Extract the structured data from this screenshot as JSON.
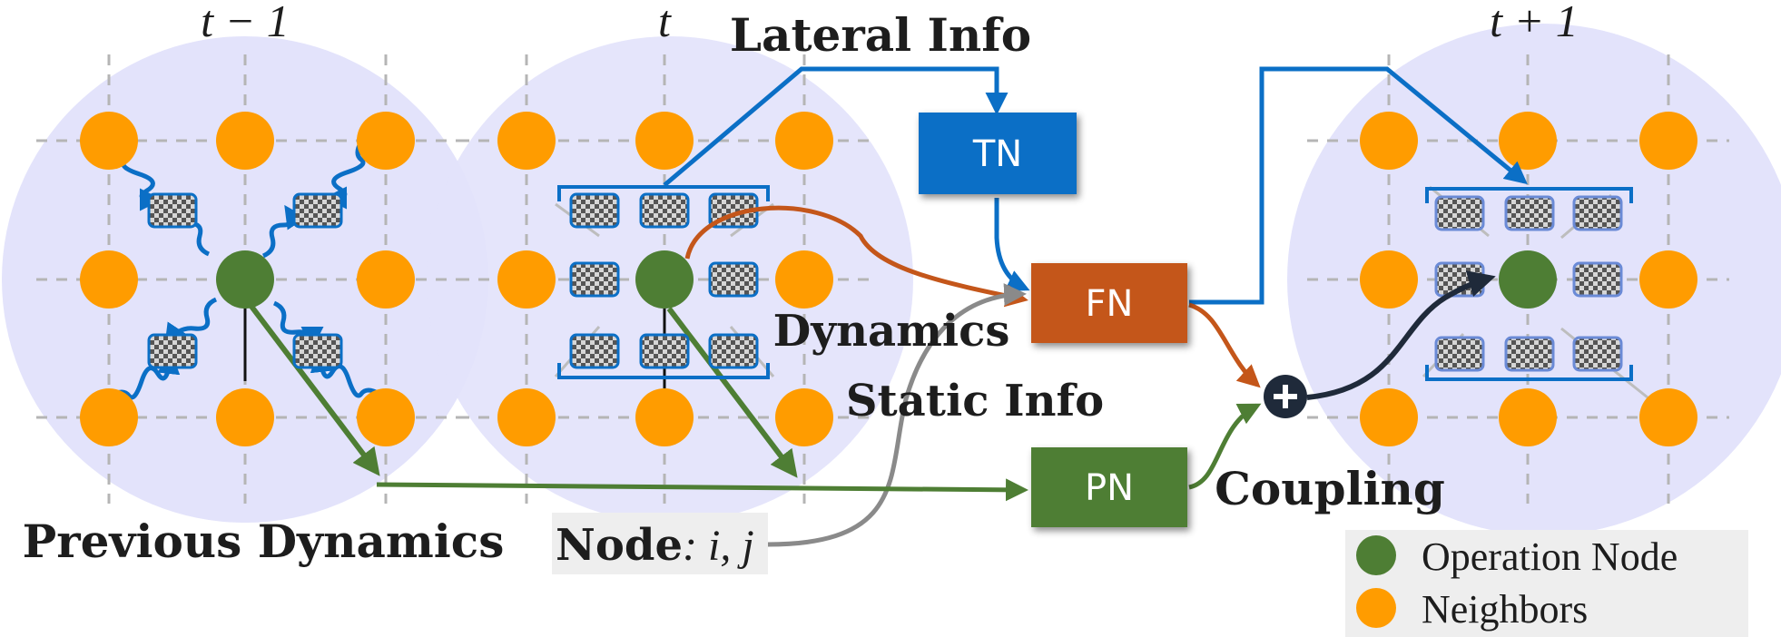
{
  "time_labels": {
    "prev": "t − 1",
    "curr": "t",
    "next": "t + 1"
  },
  "labels": {
    "lateral_info": "Lateral Info",
    "dynamics": "Dynamics",
    "static_info": "Static Info",
    "coupling": "Coupling",
    "previous_dynamics": "Previous Dynamics",
    "node_bold": "Node",
    "node_rest": ": i, j"
  },
  "blocks": {
    "tn": "TN",
    "fn": "FN",
    "pn": "PN"
  },
  "legend": [
    {
      "label": "Operation Node",
      "color": "#4e7e34"
    },
    {
      "label": "Neighbors",
      "color": "#ff9c00"
    }
  ],
  "colors": {
    "operation_node": "#4e7e34",
    "neighbor": "#ff9c00",
    "lateral_arrow": "#0b6fc6",
    "fn_block": "#c4561a",
    "pn_block": "#4e7e34",
    "static_arrow": "#8a8a8a",
    "coupling_arrow": "#1f2a3a",
    "field": "#e3e3fb"
  }
}
